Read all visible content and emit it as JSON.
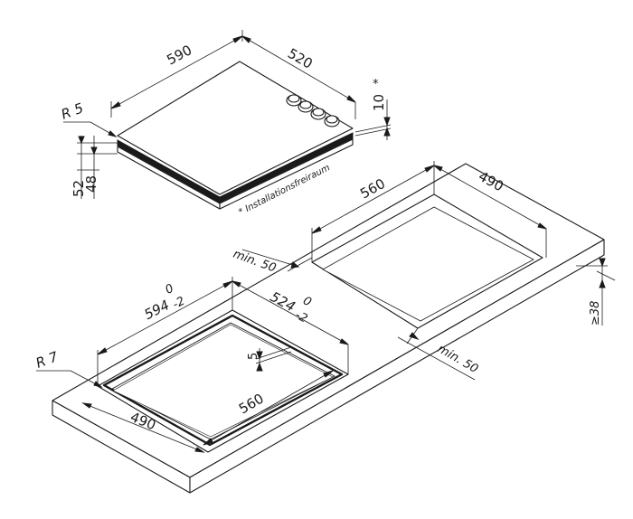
{
  "hob": {
    "width": "590",
    "depth": "520",
    "radius": "R 5",
    "height_total": "52",
    "height_body": "48",
    "clearance": "10",
    "clearance_mark": "*",
    "note": "* Installationsfreiraum"
  },
  "cutout_right": {
    "width": "560",
    "depth": "490",
    "min_front": "min. 50",
    "min_side": "min. 50",
    "worktop_thickness": "≥38"
  },
  "cutout_left": {
    "width_main": "594",
    "width_tol_upper": "0",
    "width_tol_lower": "-2",
    "depth_main": "524",
    "depth_tol_upper": "0",
    "depth_tol_lower": "-2",
    "radius": "R 7",
    "rebate": "5",
    "inner_width": "560",
    "inner_depth": "490"
  }
}
